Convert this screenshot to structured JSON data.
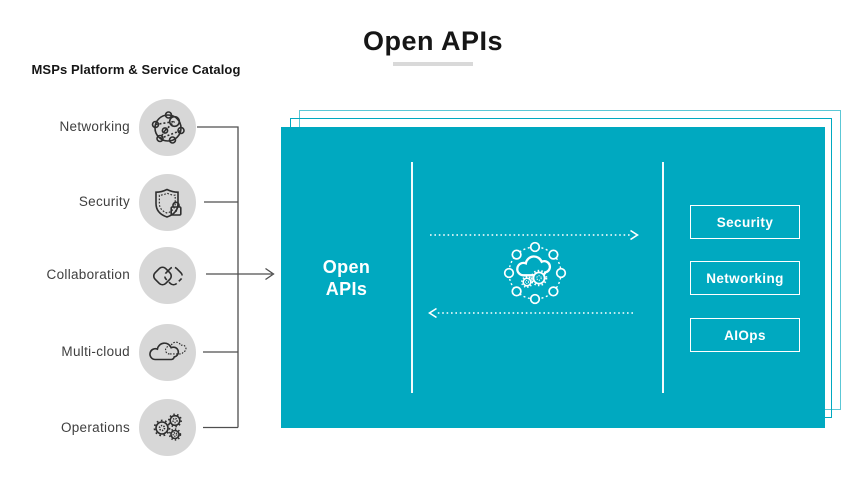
{
  "title": "Open APIs",
  "catalog": {
    "heading": "MSPs Platform & Service Catalog",
    "items": [
      {
        "label": "Networking",
        "icon": "network-nodes-icon"
      },
      {
        "label": "Security",
        "icon": "shield-lock-icon"
      },
      {
        "label": "Collaboration",
        "icon": "overlapping-squares-icon"
      },
      {
        "label": "Multi-cloud",
        "icon": "multi-cloud-icon"
      },
      {
        "label": "Operations",
        "icon": "gears-icon"
      }
    ]
  },
  "api_box": {
    "label": {
      "line1": "Open",
      "line2": "APIs"
    },
    "center_icon": "cloud-gears-network-icon",
    "flow": {
      "right_arrow": "dotted-arrow-right-icon",
      "left_arrow": "dotted-arrow-left-icon"
    },
    "buttons": [
      {
        "label": "Security"
      },
      {
        "label": "Networking"
      },
      {
        "label": "AIOps"
      }
    ]
  },
  "colors": {
    "teal": "#00a9c0",
    "layer_outline": "#5cc8d6",
    "title_underline": "#d9d9d9",
    "icon_circle_bg": "#d7d7d7",
    "connector": "#4f4f4f",
    "white": "#ffffff"
  }
}
